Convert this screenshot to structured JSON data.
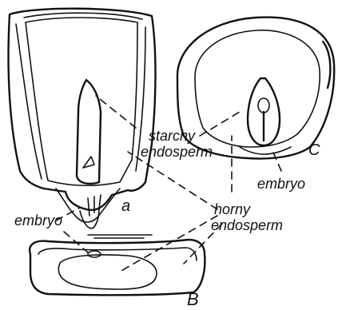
{
  "labels": {
    "starchy_1": "starchy",
    "starchy_2": "endosperm",
    "horny_1": "horny",
    "horny_2": "endosperm",
    "embryo_left": "embryo",
    "embryo_right": "embryo",
    "a": "a",
    "b": "B",
    "c": "C"
  }
}
